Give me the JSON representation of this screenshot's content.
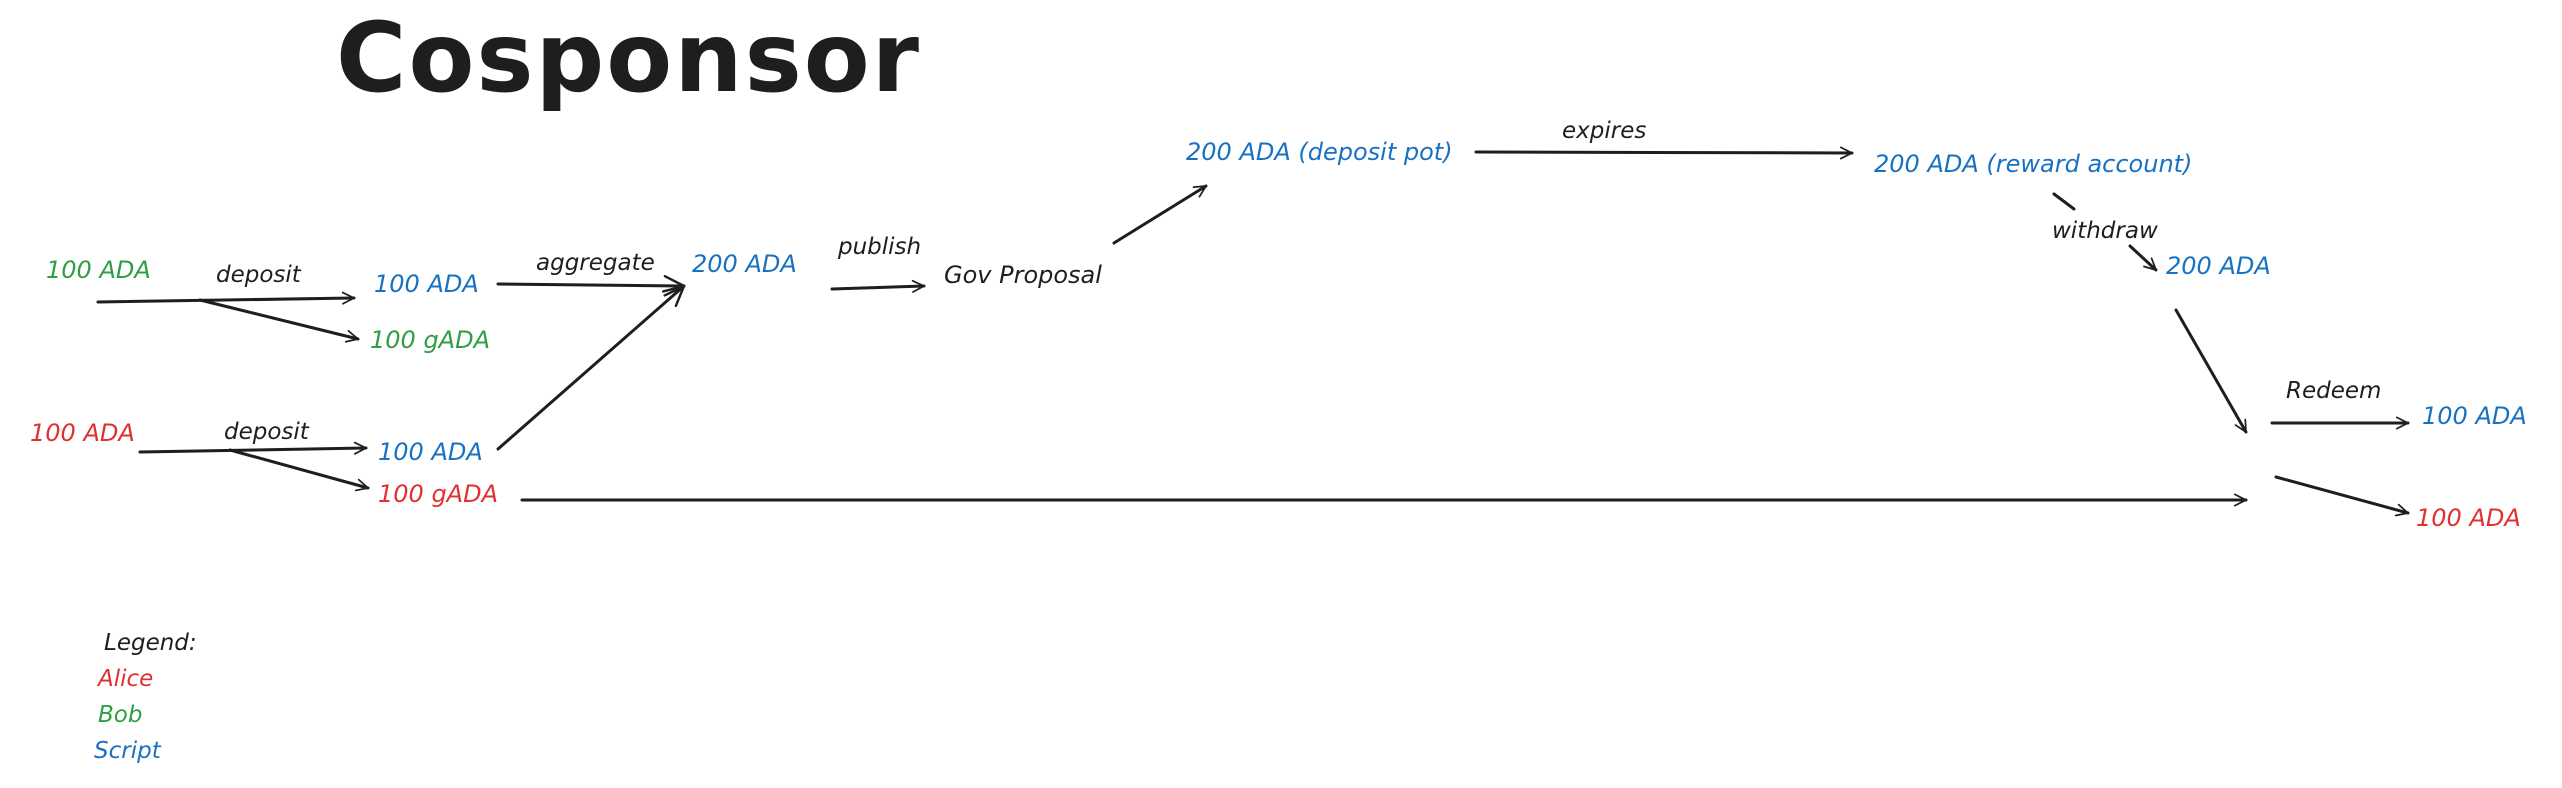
{
  "title": "Cosponsor",
  "nodes": {
    "bob_start": "100 ADA",
    "alice_start": "100 ADA",
    "bob_script_deposit": "100 ADA",
    "bob_gada": "100 gADA",
    "alice_script_deposit": "100 ADA",
    "alice_gada": "100 gADA",
    "aggregate_total": "200 ADA",
    "gov_proposal": "Gov Proposal",
    "deposit_pot": "200 ADA (deposit pot)",
    "reward_account": "200 ADA (reward account)",
    "withdrawn": "200 ADA",
    "redeem_script": "100 ADA",
    "redeem_alice": "100 ADA"
  },
  "edges": {
    "deposit_bob": "deposit",
    "deposit_alice": "deposit",
    "aggregate": "aggregate",
    "publish": "publish",
    "expires": "expires",
    "withdraw": "withdraw",
    "redeem": "Redeem"
  },
  "legend": {
    "heading": "Legend:",
    "items": [
      {
        "label": "Alice",
        "color": "#e03131"
      },
      {
        "label": "Bob",
        "color": "#2f9e44"
      },
      {
        "label": "Script",
        "color": "#1971c2"
      }
    ]
  },
  "colors": {
    "alice": "#e03131",
    "bob": "#2f9e44",
    "script": "#1971c2",
    "ink": "#1e1e1e"
  }
}
